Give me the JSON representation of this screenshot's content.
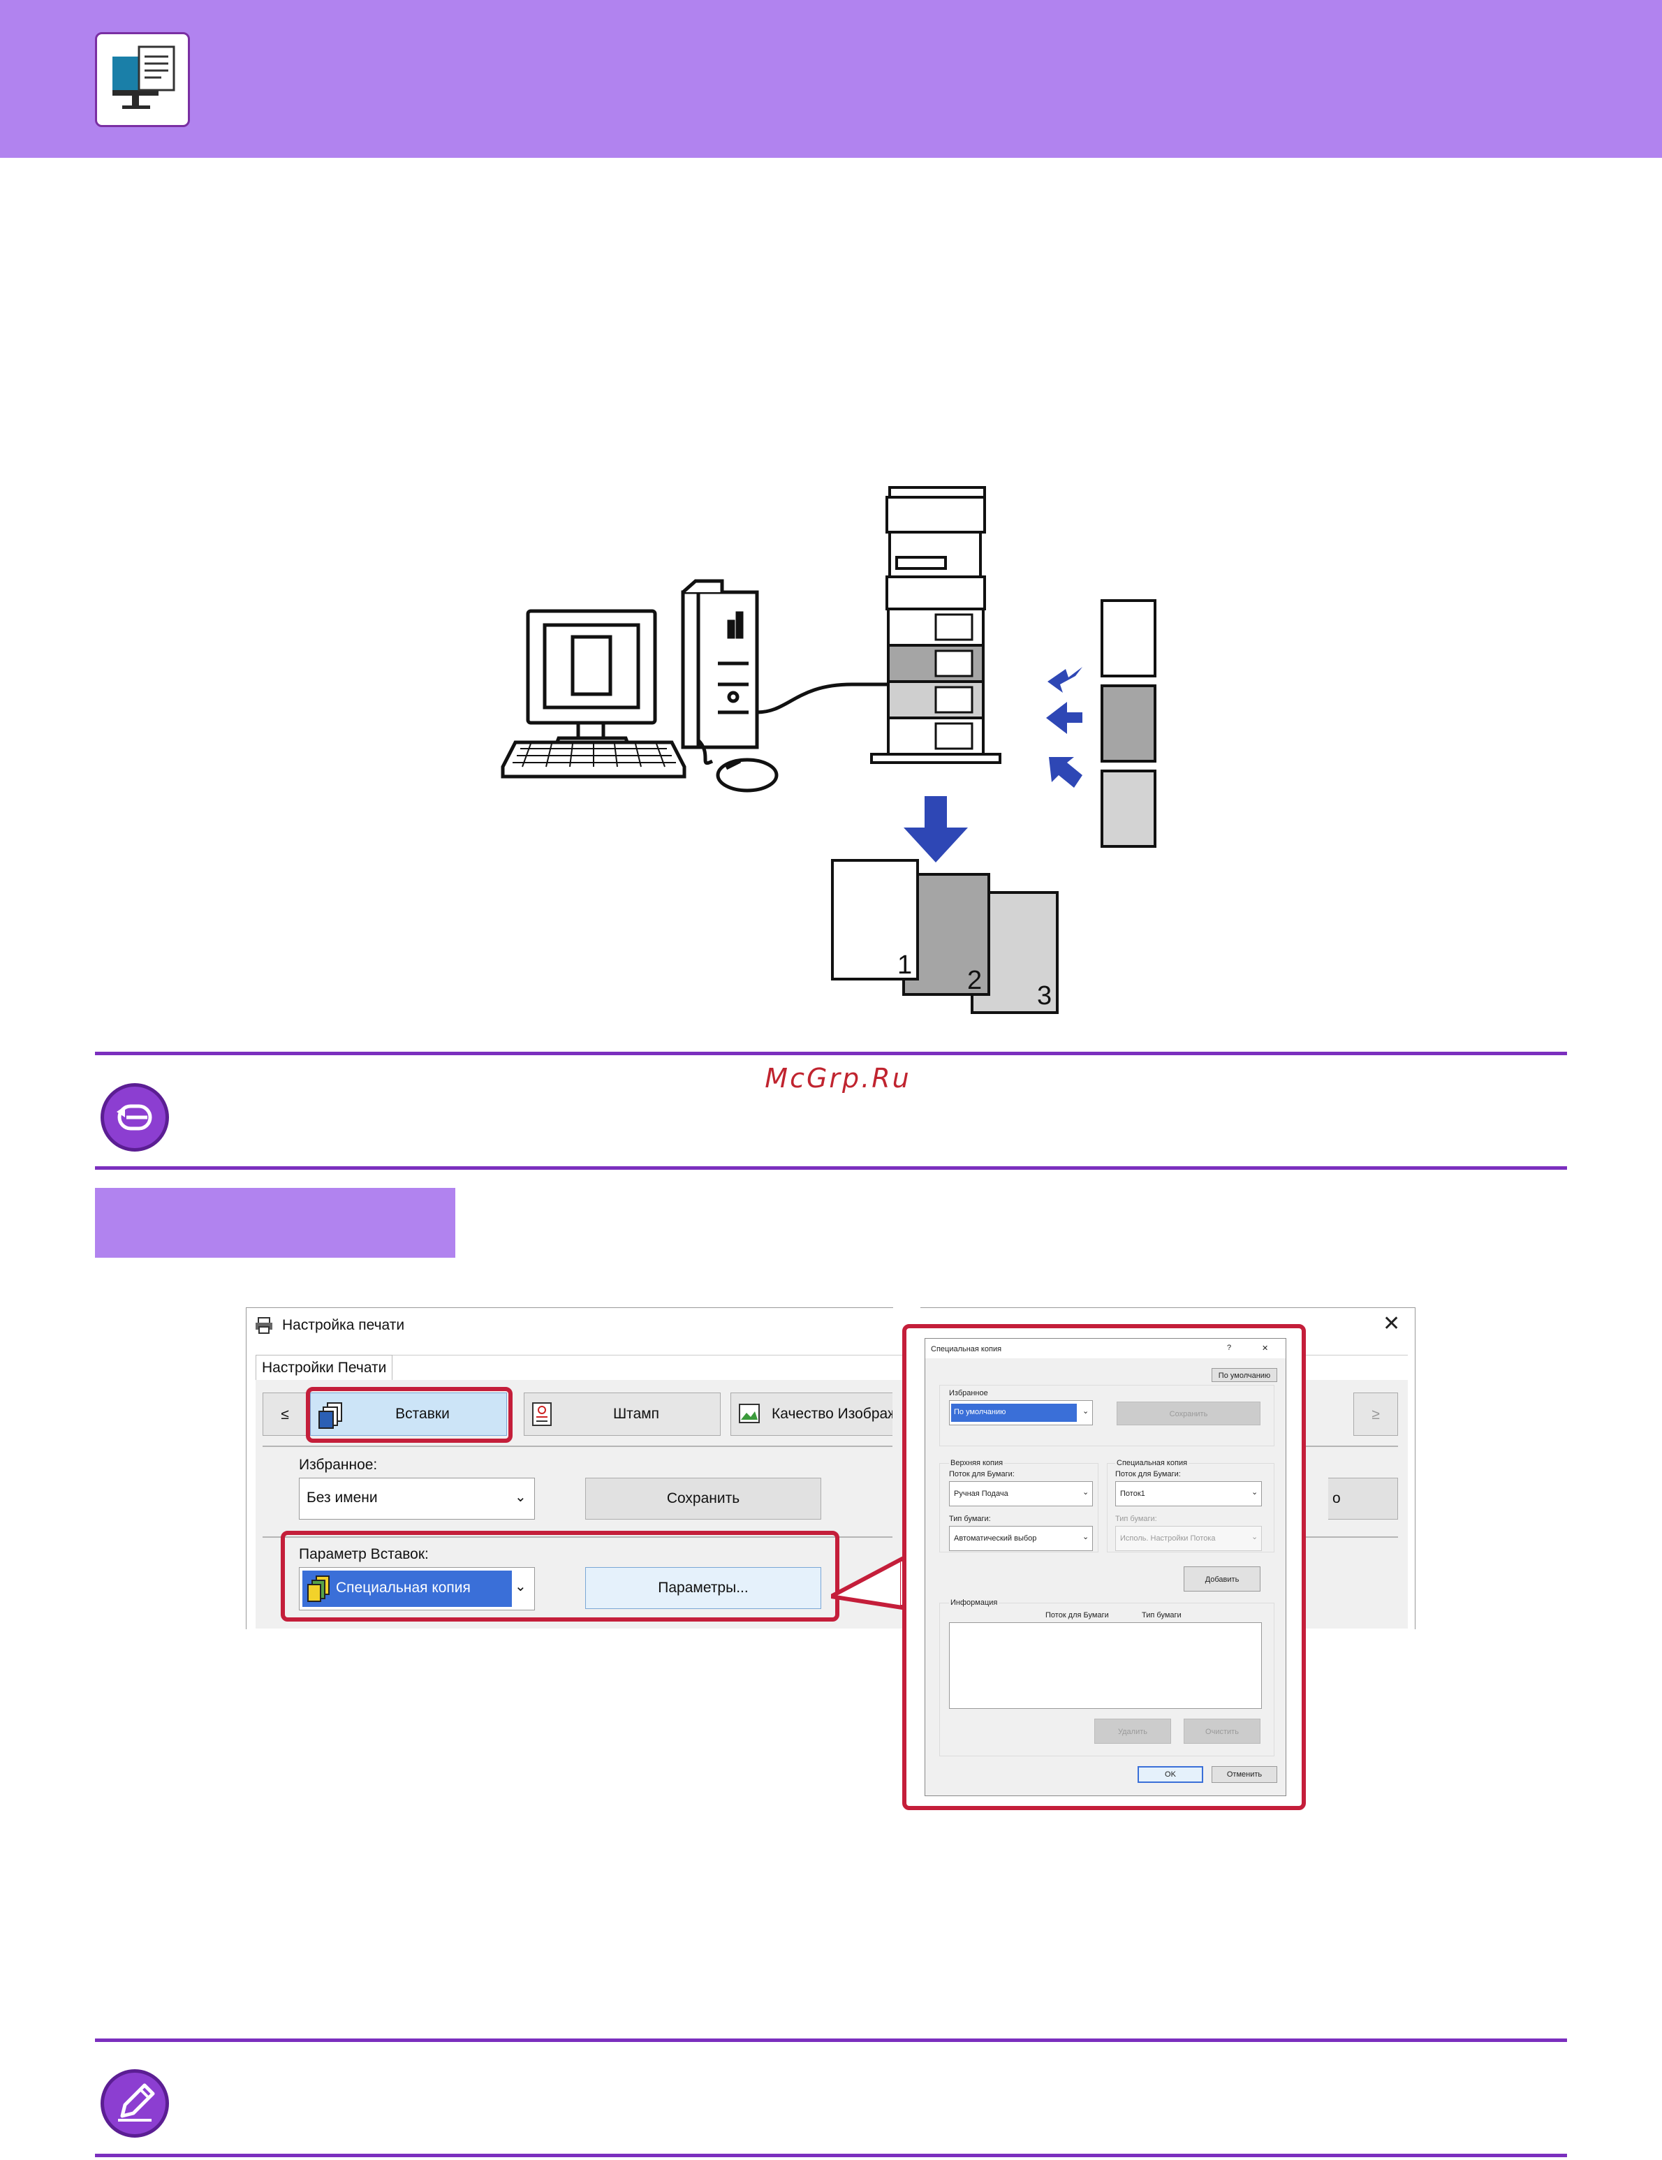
{
  "watermark": "McGrp.Ru",
  "illustration": {
    "page_labels": [
      "1",
      "2",
      "3"
    ]
  },
  "screenshot": {
    "window_title": "Настройка печати",
    "tab_label": "Настройки Печати",
    "nav_prev": "≤",
    "nav_next": "≥",
    "toolbar_buttons": [
      "Вставки",
      "Штамп",
      "Качество Изображе"
    ],
    "favorites_label": "Избранное:",
    "favorites_value": "Без имени",
    "save_button": "Сохранить",
    "partial_button_fragment": "о",
    "insert_param_label": "Параметр Вставок:",
    "insert_param_value": "Специальная копия",
    "params_button": "Параметры..."
  },
  "dialog": {
    "title": "Специальная копия",
    "help": "?",
    "close": "✕",
    "defaults_button": "По умолчанию",
    "favorites_label": "Избранное",
    "favorites_value": "По умолчанию",
    "save_button": "Сохранить",
    "front_group": "Верхняя копия",
    "front_tray_label": "Поток для Бумаги:",
    "front_tray_value": "Ручная Подача",
    "front_type_label": "Тип бумаги:",
    "front_type_value": "Автоматический выбор",
    "special_group": "Специальная копия",
    "special_tray_label": "Поток для Бумаги:",
    "special_tray_value": "Поток1",
    "special_type_label": "Тип бумаги:",
    "special_type_value": "Исполь. Настройки Потока",
    "add_button": "Добавить",
    "info_label": "Информация",
    "info_col_tray": "Поток для Бумаги",
    "info_col_type": "Тип бумаги",
    "delete_button": "Удалить",
    "clear_button": "Очистить",
    "ok_button": "OK",
    "cancel_button": "Отменить"
  },
  "colors": {
    "accent_purple": "#b183ef",
    "rule_purple": "#7b2fbe",
    "highlight_red": "#c41e3a",
    "selection_blue": "#3a6fd8"
  }
}
